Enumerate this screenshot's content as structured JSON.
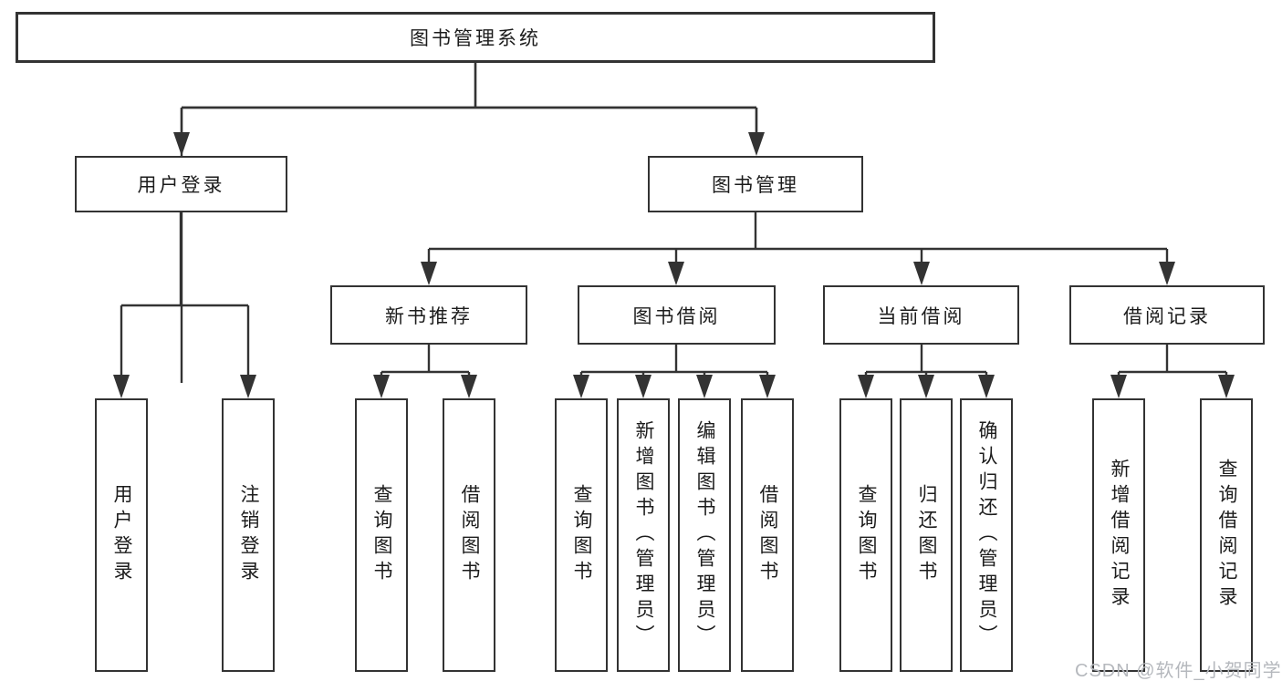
{
  "diagram": {
    "type": "hierarchy-tree",
    "title": "图书管理系统",
    "root": {
      "label": "图书管理系统"
    },
    "level2": [
      {
        "label": "用户登录"
      },
      {
        "label": "图书管理"
      }
    ],
    "level3": [
      {
        "label": "新书推荐",
        "parent": "图书管理"
      },
      {
        "label": "图书借阅",
        "parent": "图书管理"
      },
      {
        "label": "当前借阅",
        "parent": "图书管理"
      },
      {
        "label": "借阅记录",
        "parent": "图书管理"
      }
    ],
    "leaves": [
      {
        "label": "用户登录",
        "parent": "用户登录"
      },
      {
        "label": "注销登录",
        "parent": "用户登录"
      },
      {
        "label": "查询图书",
        "parent": "新书推荐"
      },
      {
        "label": "借阅图书",
        "parent": "新书推荐"
      },
      {
        "label": "查询图书",
        "parent": "图书借阅"
      },
      {
        "label": "新增图书（管理员）",
        "parent": "图书借阅"
      },
      {
        "label": "编辑图书（管理员）",
        "parent": "图书借阅"
      },
      {
        "label": "借阅图书",
        "parent": "图书借阅"
      },
      {
        "label": "查询图书",
        "parent": "当前借阅"
      },
      {
        "label": "归还图书",
        "parent": "当前借阅"
      },
      {
        "label": "确认归还（管理员）",
        "parent": "当前借阅"
      },
      {
        "label": "新增借阅记录",
        "parent": "借阅记录"
      },
      {
        "label": "查询借阅记录",
        "parent": "借阅记录"
      }
    ]
  },
  "watermark": {
    "text": "CSDN @软件_小贺同学"
  },
  "colors": {
    "line": "#333333",
    "text": "#1c1c1c",
    "box_background": "#ffffff",
    "watermark": "#b5b8bd",
    "page_background": "#ffffff"
  }
}
